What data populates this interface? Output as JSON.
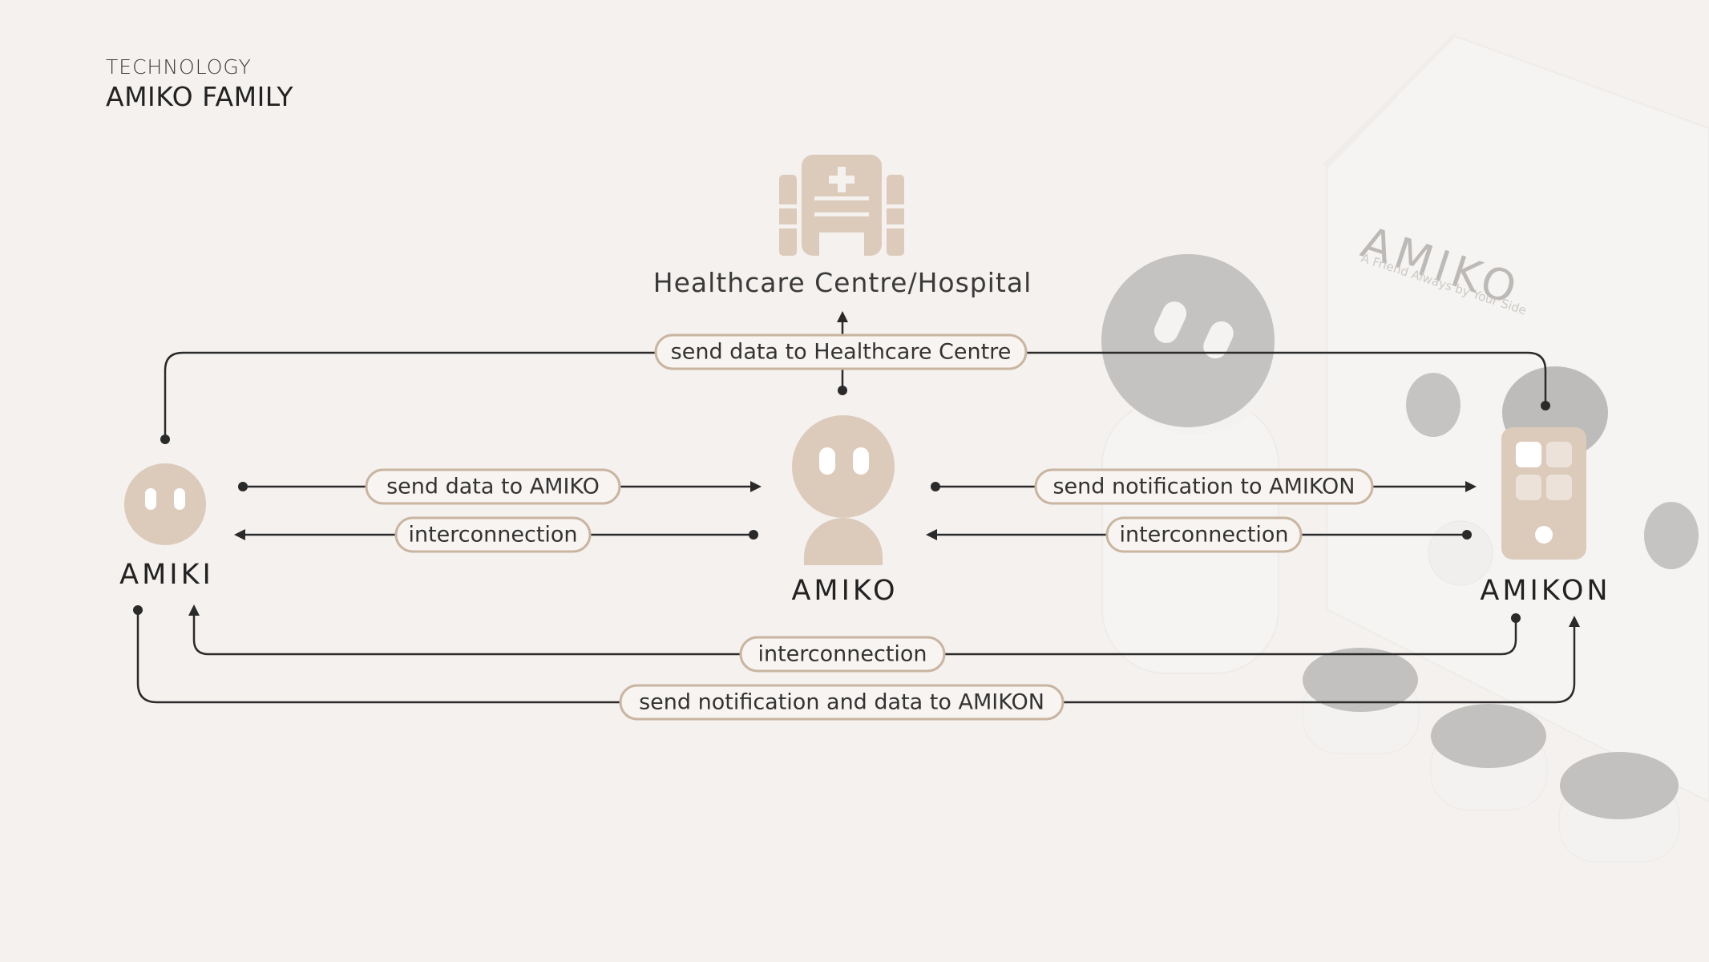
{
  "header": {
    "kicker": "TECHNOLOGY",
    "title": "AMIKO FAMILY"
  },
  "nodes": {
    "hospital": "Healthcare Centre/Hospital",
    "amiki": "AMIKI",
    "amiko": "AMIKO",
    "amikon": "AMIKON"
  },
  "connections": {
    "to_healthcare": "send data to Healthcare Centre",
    "amiki_to_amiko": "send data to AMIKO",
    "amiko_to_amiki": "interconnection",
    "amiko_to_amikon": "send notification to AMIKON",
    "amikon_to_amiko": "interconnection",
    "amikon_to_amiki": "interconnection",
    "amiki_to_amikon": "send notification and data to AMIKON"
  },
  "product_photo": {
    "box_brand": "AMIKO",
    "box_tagline": "A Friend Always by Your Side"
  },
  "colors": {
    "background": "#f4f1ef",
    "icon_beige": "#dccbbb",
    "pill_border": "#c9b5a0",
    "line": "#2a2a2a"
  }
}
